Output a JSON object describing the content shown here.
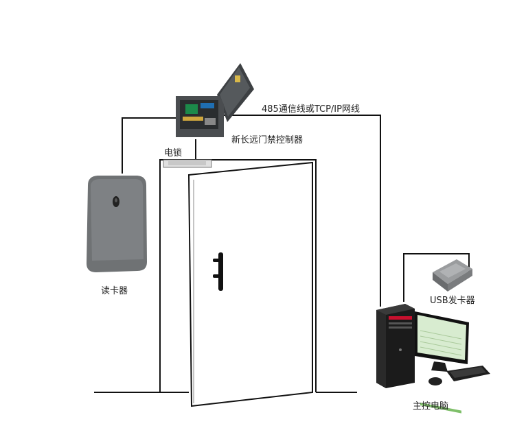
{
  "labels": {
    "network_line": "485通信线或TCP/IP网线",
    "controller": "新长远门禁控制器",
    "lock": "电锁",
    "card_reader": "读卡器",
    "usb_issuer": "USB发卡器",
    "host_pc": "主控电脑"
  },
  "colors": {
    "line": "#111111",
    "reader_body": "#6f7274",
    "controller_box": "#4a4d50",
    "pc_accent": "#c8102e",
    "screen": "#d8ecd0"
  }
}
